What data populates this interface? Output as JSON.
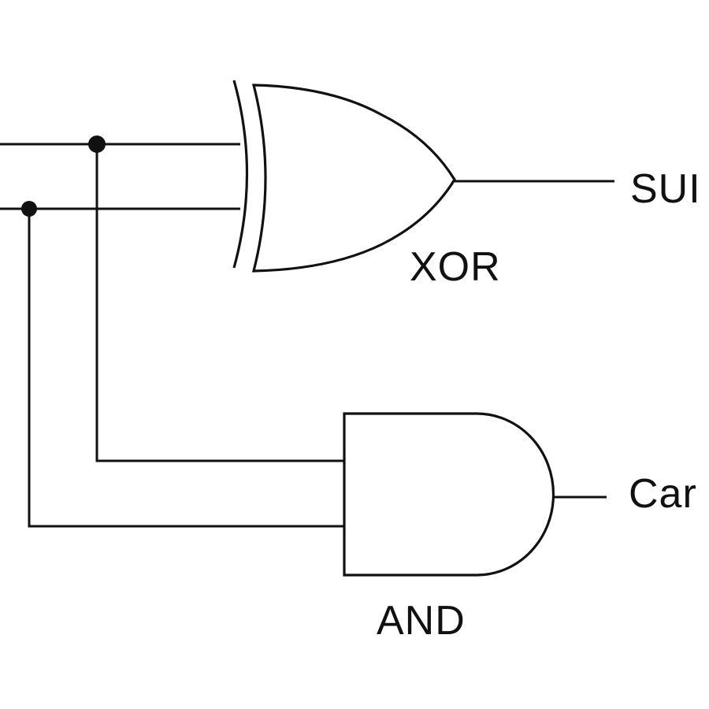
{
  "gates": {
    "xor": {
      "label": "XOR"
    },
    "and": {
      "label": "AND"
    }
  },
  "outputs": {
    "sum": {
      "label": "SUI"
    },
    "carry": {
      "label": "Car"
    }
  },
  "colors": {
    "ink": "#111111",
    "background": "#ffffff"
  }
}
